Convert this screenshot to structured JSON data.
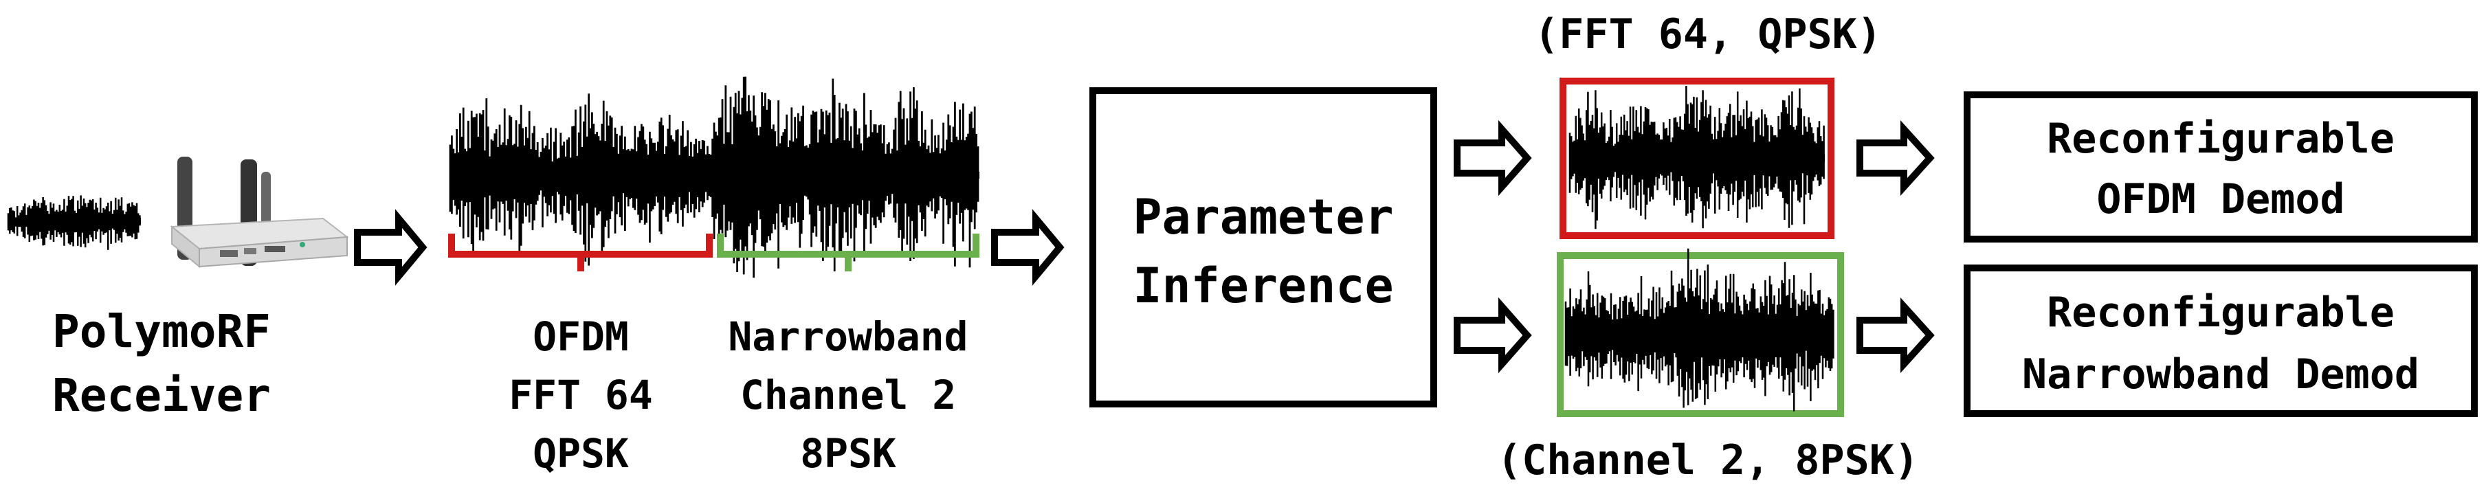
{
  "receiver": {
    "line1": "PolymoRF",
    "line2": "Receiver"
  },
  "segments": {
    "ofdm": {
      "lines": [
        "OFDM",
        "FFT 64",
        "QPSK"
      ],
      "color": "#d11a1a"
    },
    "narrowband": {
      "lines": [
        "Narrowband",
        "Channel 2",
        "8PSK"
      ],
      "color": "#6ab04c"
    }
  },
  "inference": {
    "line1": "Parameter",
    "line2": "Inference"
  },
  "outputs": {
    "top_label": "(FFT 64, QPSK)",
    "bottom_label": "(Channel 2, 8PSK)",
    "top_demod": {
      "line1": "Reconfigurable",
      "line2": "OFDM Demod"
    },
    "bottom_demod": {
      "line1": "Reconfigurable",
      "line2": "Narrowband Demod"
    }
  },
  "colors": {
    "ofdm_accent": "#d11a1a",
    "narrowband_accent": "#6ab04c",
    "ink": "#000000"
  },
  "icons": [
    "router-icon",
    "waveform-icon",
    "arrow-icon"
  ]
}
